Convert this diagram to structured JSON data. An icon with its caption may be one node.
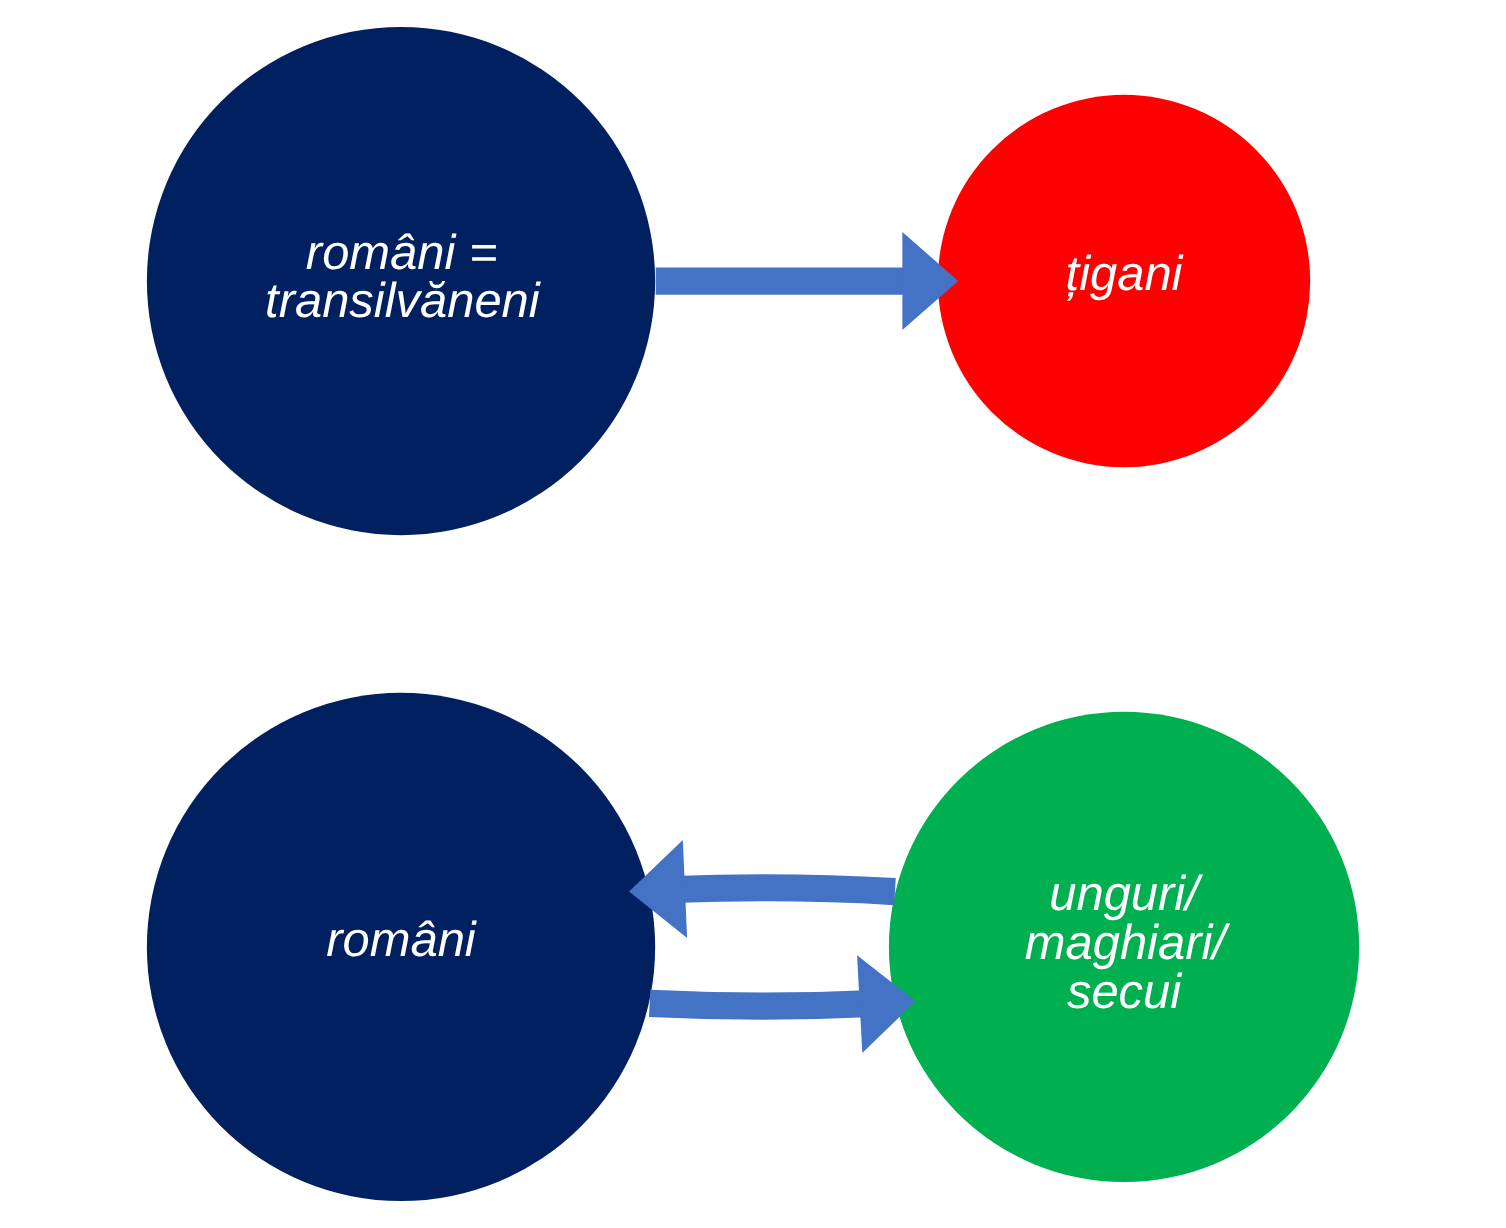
{
  "diagram": {
    "nodes": [
      {
        "text": [
          "români = transilvăneni"
        ]
      },
      {
        "text": [
          "țigani"
        ]
      },
      {
        "text": [
          "români"
        ]
      },
      {
        "text": [
          "unguri/ maghiari/ secui"
        ]
      }
    ],
    "edges": [
      {
        "from": 0,
        "to": 1,
        "arrow": "to"
      },
      {
        "from": 2,
        "to": 3,
        "arrow": "to"
      },
      {
        "from": 3,
        "to": 2,
        "arrow": "to"
      }
    ]
  }
}
